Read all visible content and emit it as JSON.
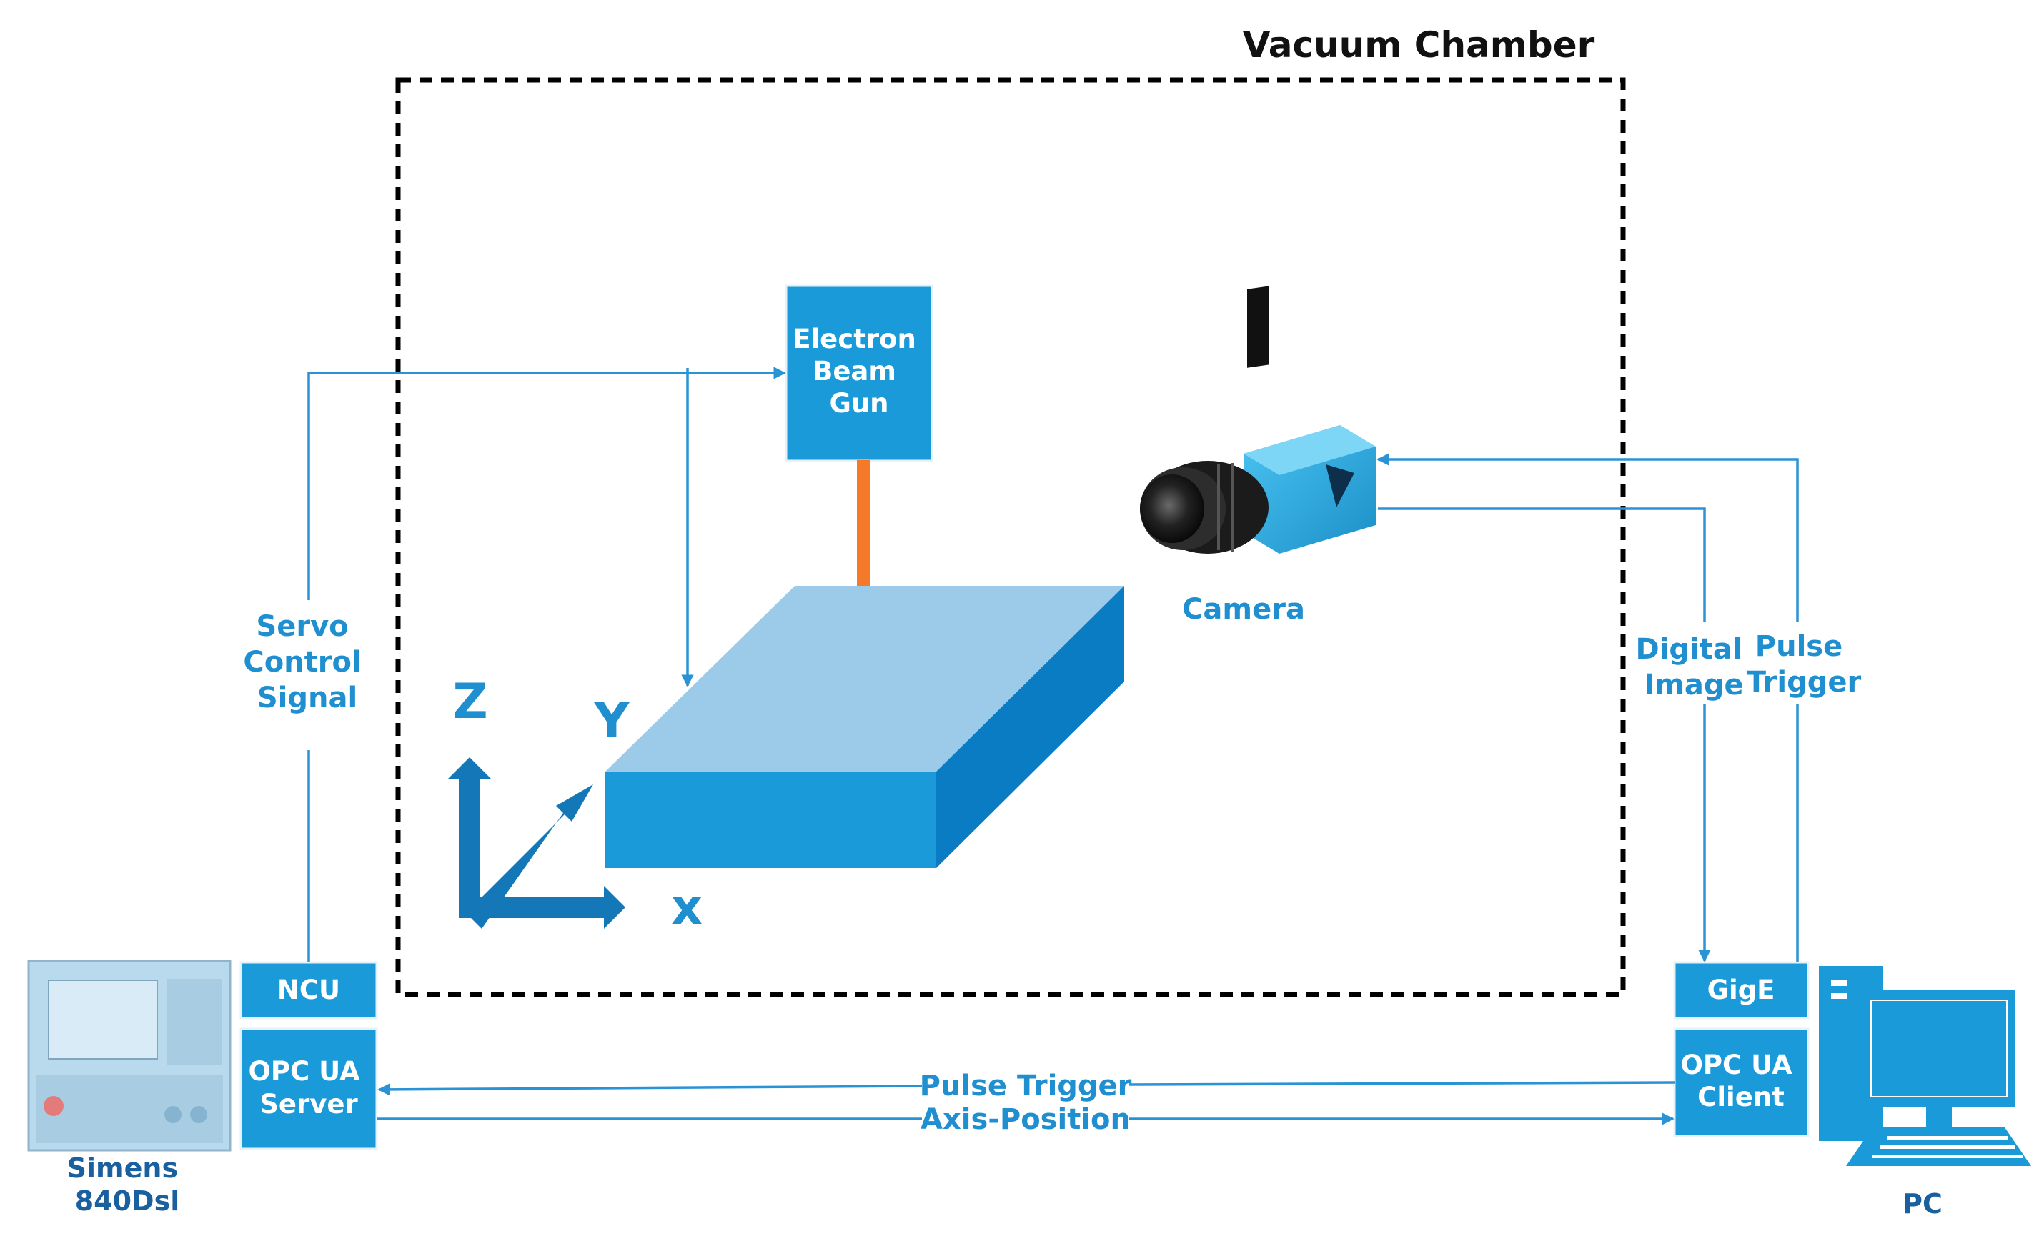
{
  "title": "Vacuum Chamber",
  "components": {
    "electron_beam_gun": [
      "Electron",
      "Beam",
      "Gun"
    ],
    "camera": "Camera",
    "ncu": "NCU",
    "opc_ua_server": [
      "OPC UA",
      "Server"
    ],
    "gige": "GigE",
    "opc_ua_client": [
      "OPC UA",
      "Client"
    ],
    "cnc": [
      "Simens",
      "840Dsl"
    ],
    "pc": "PC"
  },
  "axes": {
    "z": "Z",
    "y": "Y",
    "x": "x"
  },
  "signals": {
    "servo_control": [
      "Servo",
      "Control",
      "Signal"
    ],
    "digital_image": [
      "Digital",
      "Image"
    ],
    "pulse_trigger_camera": [
      "Pulse",
      "Trigger"
    ],
    "pulse_trigger_bus": "Pulse Trigger",
    "axis_position": "Axis-Position"
  },
  "colors": {
    "box_fill": "#1a9ad8",
    "line": "#2a93d5",
    "label_blue": "#1f8fd0",
    "label_navy": "#1a5f9e",
    "beam": "#f47a2a",
    "chamber_border": "#000000",
    "axis_arrows": "#1478b8"
  }
}
